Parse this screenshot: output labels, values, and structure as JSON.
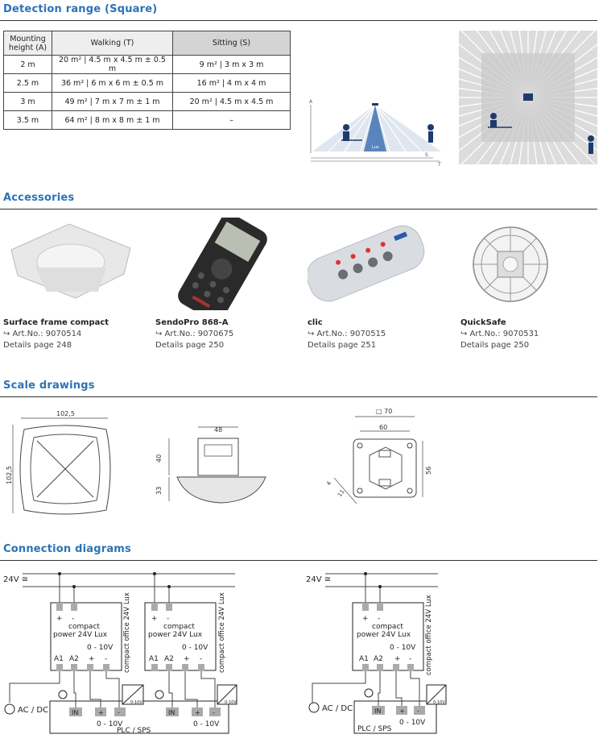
{
  "sections": {
    "detection": "Detection range (Square)",
    "accessories": "Accessories",
    "scale": "Scale drawings",
    "connection": "Connection diagrams"
  },
  "table": {
    "headers": [
      "Mounting height (A)",
      "Walking (T)",
      "Sitting (S)"
    ],
    "rows": [
      [
        "2 m",
        "20 m² | 4.5 m x 4.5 m ± 0.5 m",
        "9 m² | 3 m x 3 m"
      ],
      [
        "2.5 m",
        "36 m² | 6 m x 6 m ± 0.5 m",
        "16 m² | 4 m x 4 m"
      ],
      [
        "3 m",
        "49 m² | 7 m x 7 m ± 1 m",
        "20 m² | 4.5 m x 4.5 m"
      ],
      [
        "3.5 m",
        "64 m² | 8 m x 8 m ± 1 m",
        "–"
      ]
    ]
  },
  "side_diagram": {
    "a": "A",
    "lux": "Lux",
    "s": "S",
    "t": "T"
  },
  "accessories": [
    {
      "name": "Surface frame compact",
      "art": "↪ Art.No.: 9070514",
      "details": "Details page 248"
    },
    {
      "name": "SendoPro 868-A",
      "art": "↪ Art.No.: 9070675",
      "details": "Details page 250"
    },
    {
      "name": "clic",
      "art": "↪ Art.No.: 9070515",
      "details": "Details page 251"
    },
    {
      "name": "QuickSafe",
      "art": "↪ Art.No.: 9070531",
      "details": "Details page 250"
    }
  ],
  "scale": {
    "d1_w": "102,5",
    "d1_h": "102,5",
    "d2_w": "48",
    "d2_h1": "40",
    "d2_h2": "33",
    "d3_sq": "□ 70",
    "d3_w": "60",
    "d3_h": "56",
    "d3_a": "4",
    "d3_b": "11"
  },
  "wiring": {
    "supply": "24V ≅",
    "plus": "+",
    "minus": "-",
    "dev_l1": "compact",
    "dev_l2": "power 24V Lux",
    "range": "0 - 10V",
    "a1": "A1",
    "a2": "A2",
    "side": "compact office 24V Lux",
    "acdc": "AC / DC",
    "in": "IN",
    "plc": "PLC / SPS",
    "sig": "0-10V"
  }
}
